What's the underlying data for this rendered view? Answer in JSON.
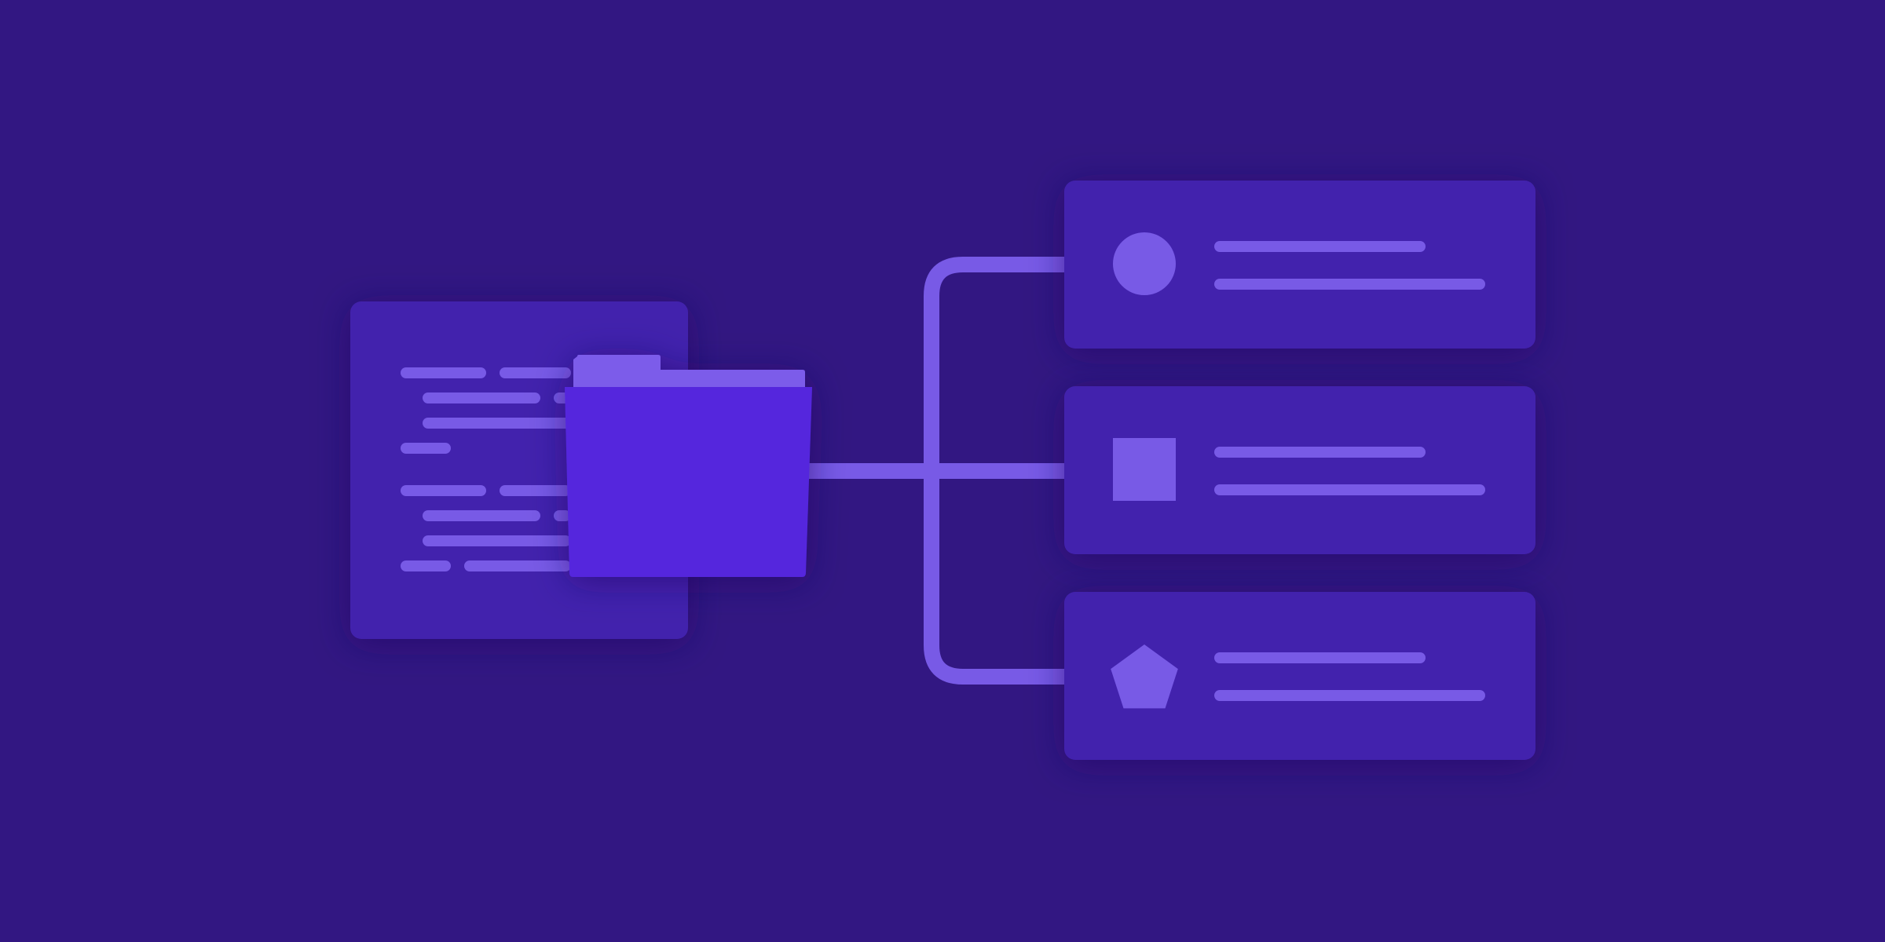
{
  "colors": {
    "background": "#321782",
    "panel": "#4220AD",
    "accent": "#785AE6",
    "folder_front": "#5427DD",
    "folder_tab": "#7B5BEA",
    "shadow": "#1F1060"
  },
  "illustration": {
    "source_document": {
      "icon": "document-with-code-lines"
    },
    "folder": {
      "icon": "folder-icon"
    },
    "branches": [
      {
        "icon": "circle-icon",
        "shape": "circle"
      },
      {
        "icon": "square-icon",
        "shape": "square"
      },
      {
        "icon": "pentagon-icon",
        "shape": "pentagon"
      }
    ]
  }
}
